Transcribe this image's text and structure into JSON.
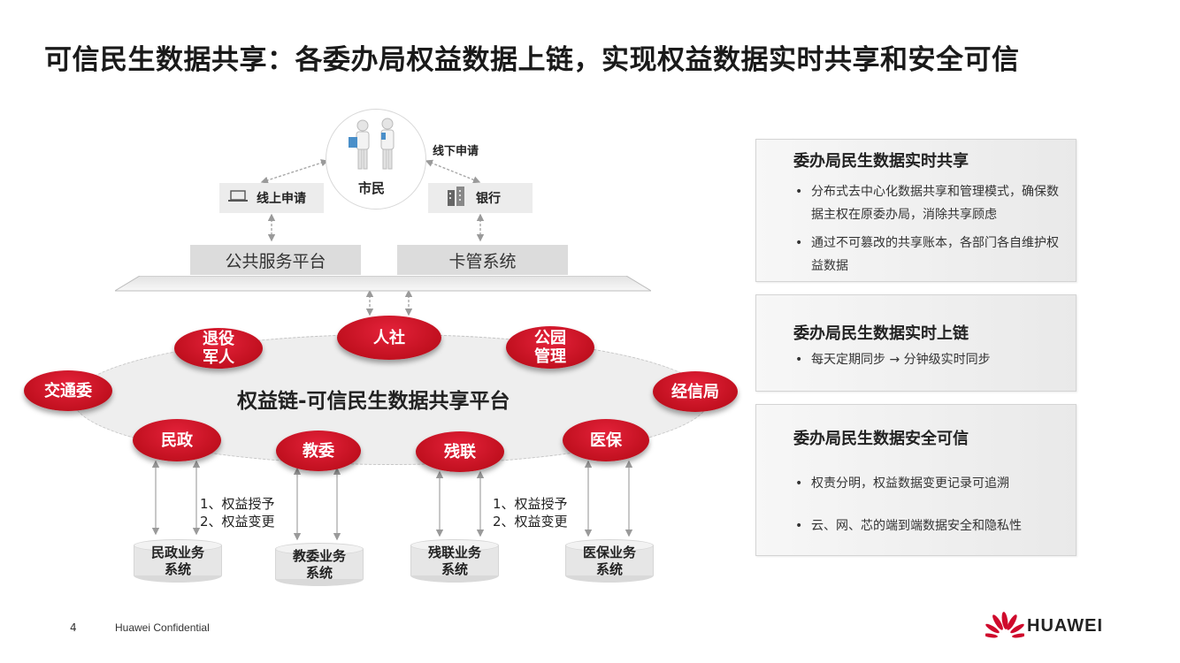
{
  "title": "可信民生数据共享：各委办局权益数据上链，实现权益数据实时共享和安全可信",
  "diagram": {
    "citizen": "市民",
    "offline_apply": "线下申请",
    "online_apply": "线上申请",
    "bank": "银行",
    "public_platform": "公共服务平台",
    "card_system": "卡管系统",
    "chain_platform": "权益链-可信民生数据共享平台",
    "nodes": {
      "veterans": "退役\n军人",
      "hr": "人社",
      "park": "公园\n管理",
      "traffic": "交通委",
      "economy": "经信局",
      "civil": "民政",
      "education": "教委",
      "disabled": "残联",
      "medical": "医保"
    },
    "systems": {
      "civil": "民政业务\n系统",
      "education": "教委业务\n系统",
      "disabled": "残联业务\n系统",
      "medical": "医保业务\n系统"
    },
    "notes": {
      "left": [
        "1、权益授予",
        "2、权益变更"
      ],
      "right": [
        "1、权益授予",
        "2、权益变更"
      ]
    }
  },
  "panels": [
    {
      "title": "委办局民生数据实时共享",
      "bullets": [
        "分布式去中心化数据共享和管理模式，确保数据主权在原委办局，消除共享顾虑",
        "通过不可篡改的共享账本，各部门各自维护权益数据"
      ]
    },
    {
      "title": "委办局民生数据实时上链",
      "bullets": [
        "每天定期同步 → 分钟级实时同步"
      ]
    },
    {
      "title": "委办局民生数据安全可信",
      "bullets": [
        "权责分明，权益数据变更记录可追溯",
        "云、网、芯的端到端数据安全和隐私性"
      ]
    }
  ],
  "footer": {
    "page_number": "4",
    "confidential": "Huawei Confidential",
    "logo_text": "HUAWEI"
  },
  "colors": {
    "node_red": "#c1101f",
    "panel_gray": "#eeeeee",
    "arrow_gray": "#aaaaaa"
  }
}
